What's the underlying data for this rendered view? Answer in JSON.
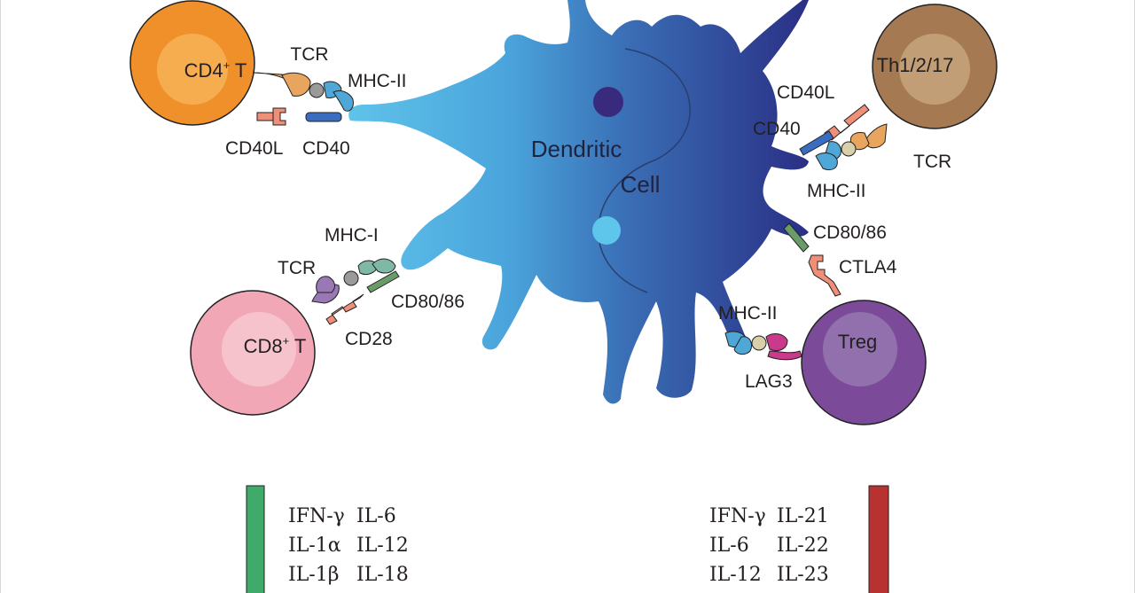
{
  "dendritic_cell": {
    "line1": "Dendritic",
    "line2": "Cell"
  },
  "cells": {
    "cd4": {
      "label": "CD4",
      "sup": "+",
      "suffix": " T"
    },
    "cd8": {
      "label": "CD8",
      "sup": "+",
      "suffix": " T"
    },
    "th": {
      "label": "Th1/2/17"
    },
    "treg": {
      "label": "Treg"
    }
  },
  "receptors": {
    "cd4_tcr": "TCR",
    "cd4_mhc": "MHC-II",
    "cd4_cd40l": "CD40L",
    "cd4_cd40": "CD40",
    "cd8_mhc": "MHC-I",
    "cd8_tcr": "TCR",
    "cd8_cd80": "CD80/86",
    "cd8_cd28": "CD28",
    "th_cd40l": "CD40L",
    "th_cd40": "CD40",
    "th_tcr": "TCR",
    "th_mhc": "MHC-II",
    "treg_cd80": "CD80/86",
    "treg_ctla4": "CTLA4",
    "treg_mhc": "MHC-II",
    "treg_lag3": "LAG3"
  },
  "cytokines_left": [
    [
      "IFN-γ",
      "IL-6"
    ],
    [
      "IL-1α",
      "IL-12"
    ],
    [
      "IL-1β",
      "IL-18"
    ]
  ],
  "cytokines_right": [
    [
      "IFN-γ",
      "IL-21"
    ],
    [
      "IL-6",
      "IL-22"
    ],
    [
      "IL-12",
      "IL-23"
    ]
  ],
  "colors": {
    "cd4": "#f0902a",
    "cd8": "#f2a7b7",
    "th": "#a57a52",
    "treg": "#7b4a98",
    "bar_left": "#3faa6a",
    "bar_right": "#b83232"
  }
}
